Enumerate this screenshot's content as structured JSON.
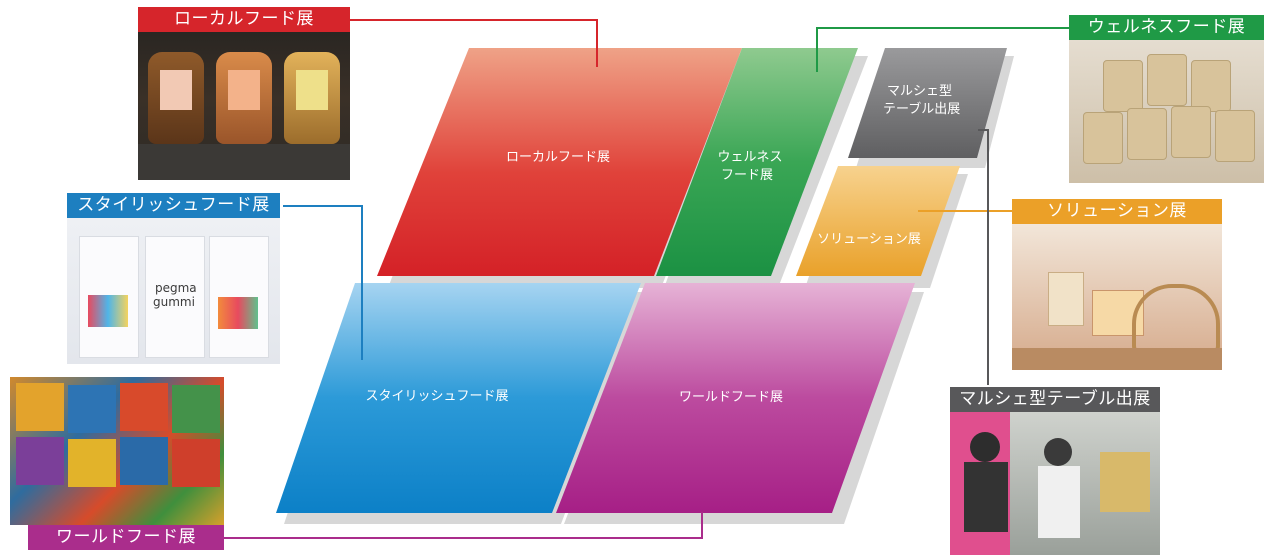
{
  "zones": {
    "local": {
      "label": "ローカルフード展",
      "color": "#dd3a31"
    },
    "wellness": {
      "label_line1": "ウェルネス",
      "label_line2": "フード展",
      "color": "#2d9a49"
    },
    "marche": {
      "label_line1": "マルシェ型",
      "label_line2": "テーブル出展",
      "color": "#6e6e70"
    },
    "solution": {
      "label": "ソリューション展",
      "color": "#eca632"
    },
    "stylish": {
      "label": "スタイリッシュフード展",
      "color": "#1c8fd0"
    },
    "world": {
      "label": "ワールドフード展",
      "color": "#b42c8c"
    }
  },
  "callouts": {
    "local": {
      "title": "ローカルフード展",
      "color": "#d6252b"
    },
    "stylish": {
      "title": "スタイリッシュフード展",
      "color": "#1d7fc0",
      "photo_text_1": "pegma",
      "photo_text_2": "gummi"
    },
    "world": {
      "title": "ワールドフード展",
      "color": "#aa2d8c"
    },
    "wellness": {
      "title": "ウェルネスフード展",
      "color": "#1f9a46"
    },
    "solution": {
      "title": "ソリューション展",
      "color": "#eba028"
    },
    "marche": {
      "title": "マルシェ型テーブル出展",
      "color": "#58585a"
    }
  }
}
